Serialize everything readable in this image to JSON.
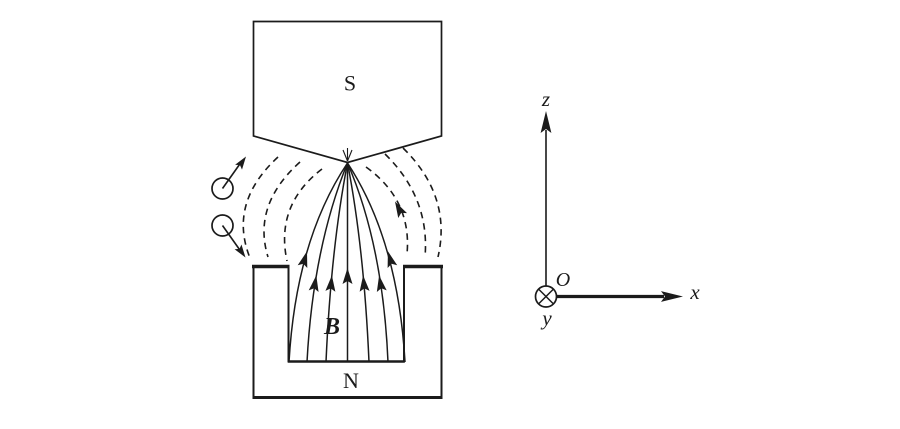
{
  "labels": {
    "south_pole": "S",
    "north_pole": "N",
    "field_vector": "B",
    "axis_x": "x",
    "axis_y": "y",
    "axis_z": "z",
    "origin": "O"
  },
  "icons": {
    "y_into_page": "circle-with-diagonal-cross",
    "particle_moment_up": "circle-with-arrow-up-right",
    "particle_moment_down": "circle-with-arrow-down-right"
  },
  "colors": {
    "ink": "#1b1b1b",
    "background": "#ffffff"
  }
}
